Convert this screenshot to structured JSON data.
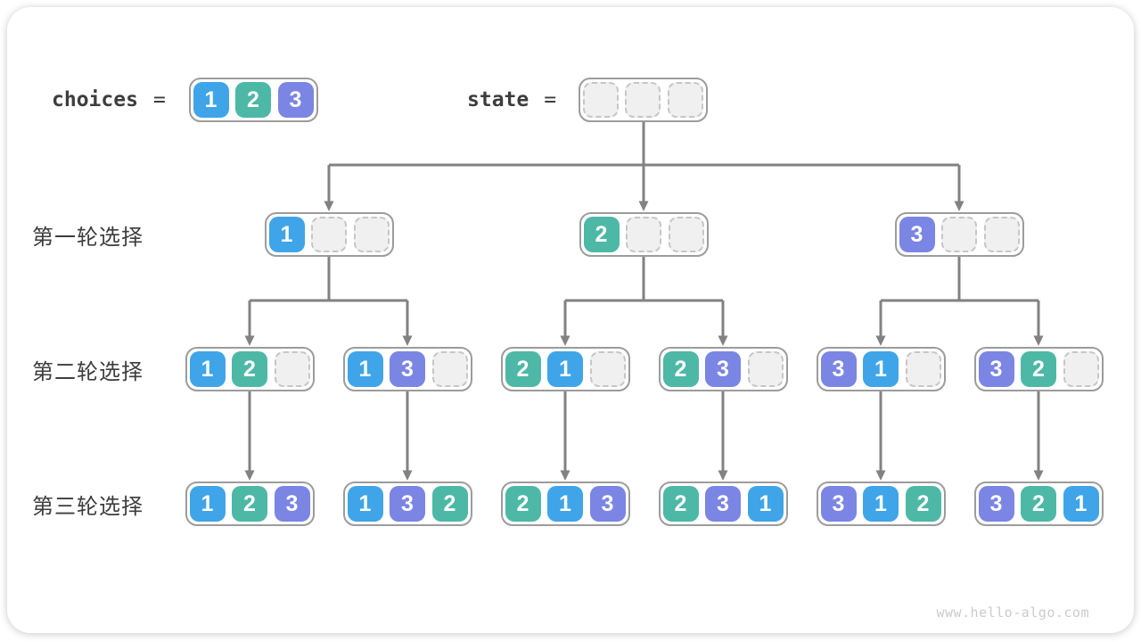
{
  "colors": {
    "cell_1": "#3FA5E8",
    "cell_2": "#4DB8A6",
    "cell_3": "#7B85E3",
    "cell_text": "#FFFFFF",
    "empty_fill": "#F0F0F0",
    "empty_border": "#C6C6C6",
    "node_border": "#9C9C9C",
    "arrow": "#828282",
    "label_text": "#3D3D3D",
    "watermark_text": "#CBCBCB"
  },
  "header": {
    "choices_label": "choices",
    "choices_equals": "=",
    "choices_cells": [
      "1",
      "2",
      "3"
    ],
    "state_label": "state",
    "state_equals": "=",
    "state_cells": [
      "",
      "",
      ""
    ]
  },
  "tree": {
    "rows": [
      {
        "label": "第一轮选择",
        "nodes": [
          [
            "1",
            "",
            ""
          ],
          [
            "2",
            "",
            ""
          ],
          [
            "3",
            "",
            ""
          ]
        ]
      },
      {
        "label": "第二轮选择",
        "nodes": [
          [
            "1",
            "2",
            ""
          ],
          [
            "1",
            "3",
            ""
          ],
          [
            "2",
            "1",
            ""
          ],
          [
            "2",
            "3",
            ""
          ],
          [
            "3",
            "1",
            ""
          ],
          [
            "3",
            "2",
            ""
          ]
        ]
      },
      {
        "label": "第三轮选择",
        "nodes": [
          [
            "1",
            "2",
            "3"
          ],
          [
            "1",
            "3",
            "2"
          ],
          [
            "2",
            "1",
            "3"
          ],
          [
            "2",
            "3",
            "1"
          ],
          [
            "3",
            "1",
            "2"
          ],
          [
            "3",
            "2",
            "1"
          ]
        ]
      }
    ]
  },
  "footer": {
    "watermark": "www.hello-algo.com"
  }
}
